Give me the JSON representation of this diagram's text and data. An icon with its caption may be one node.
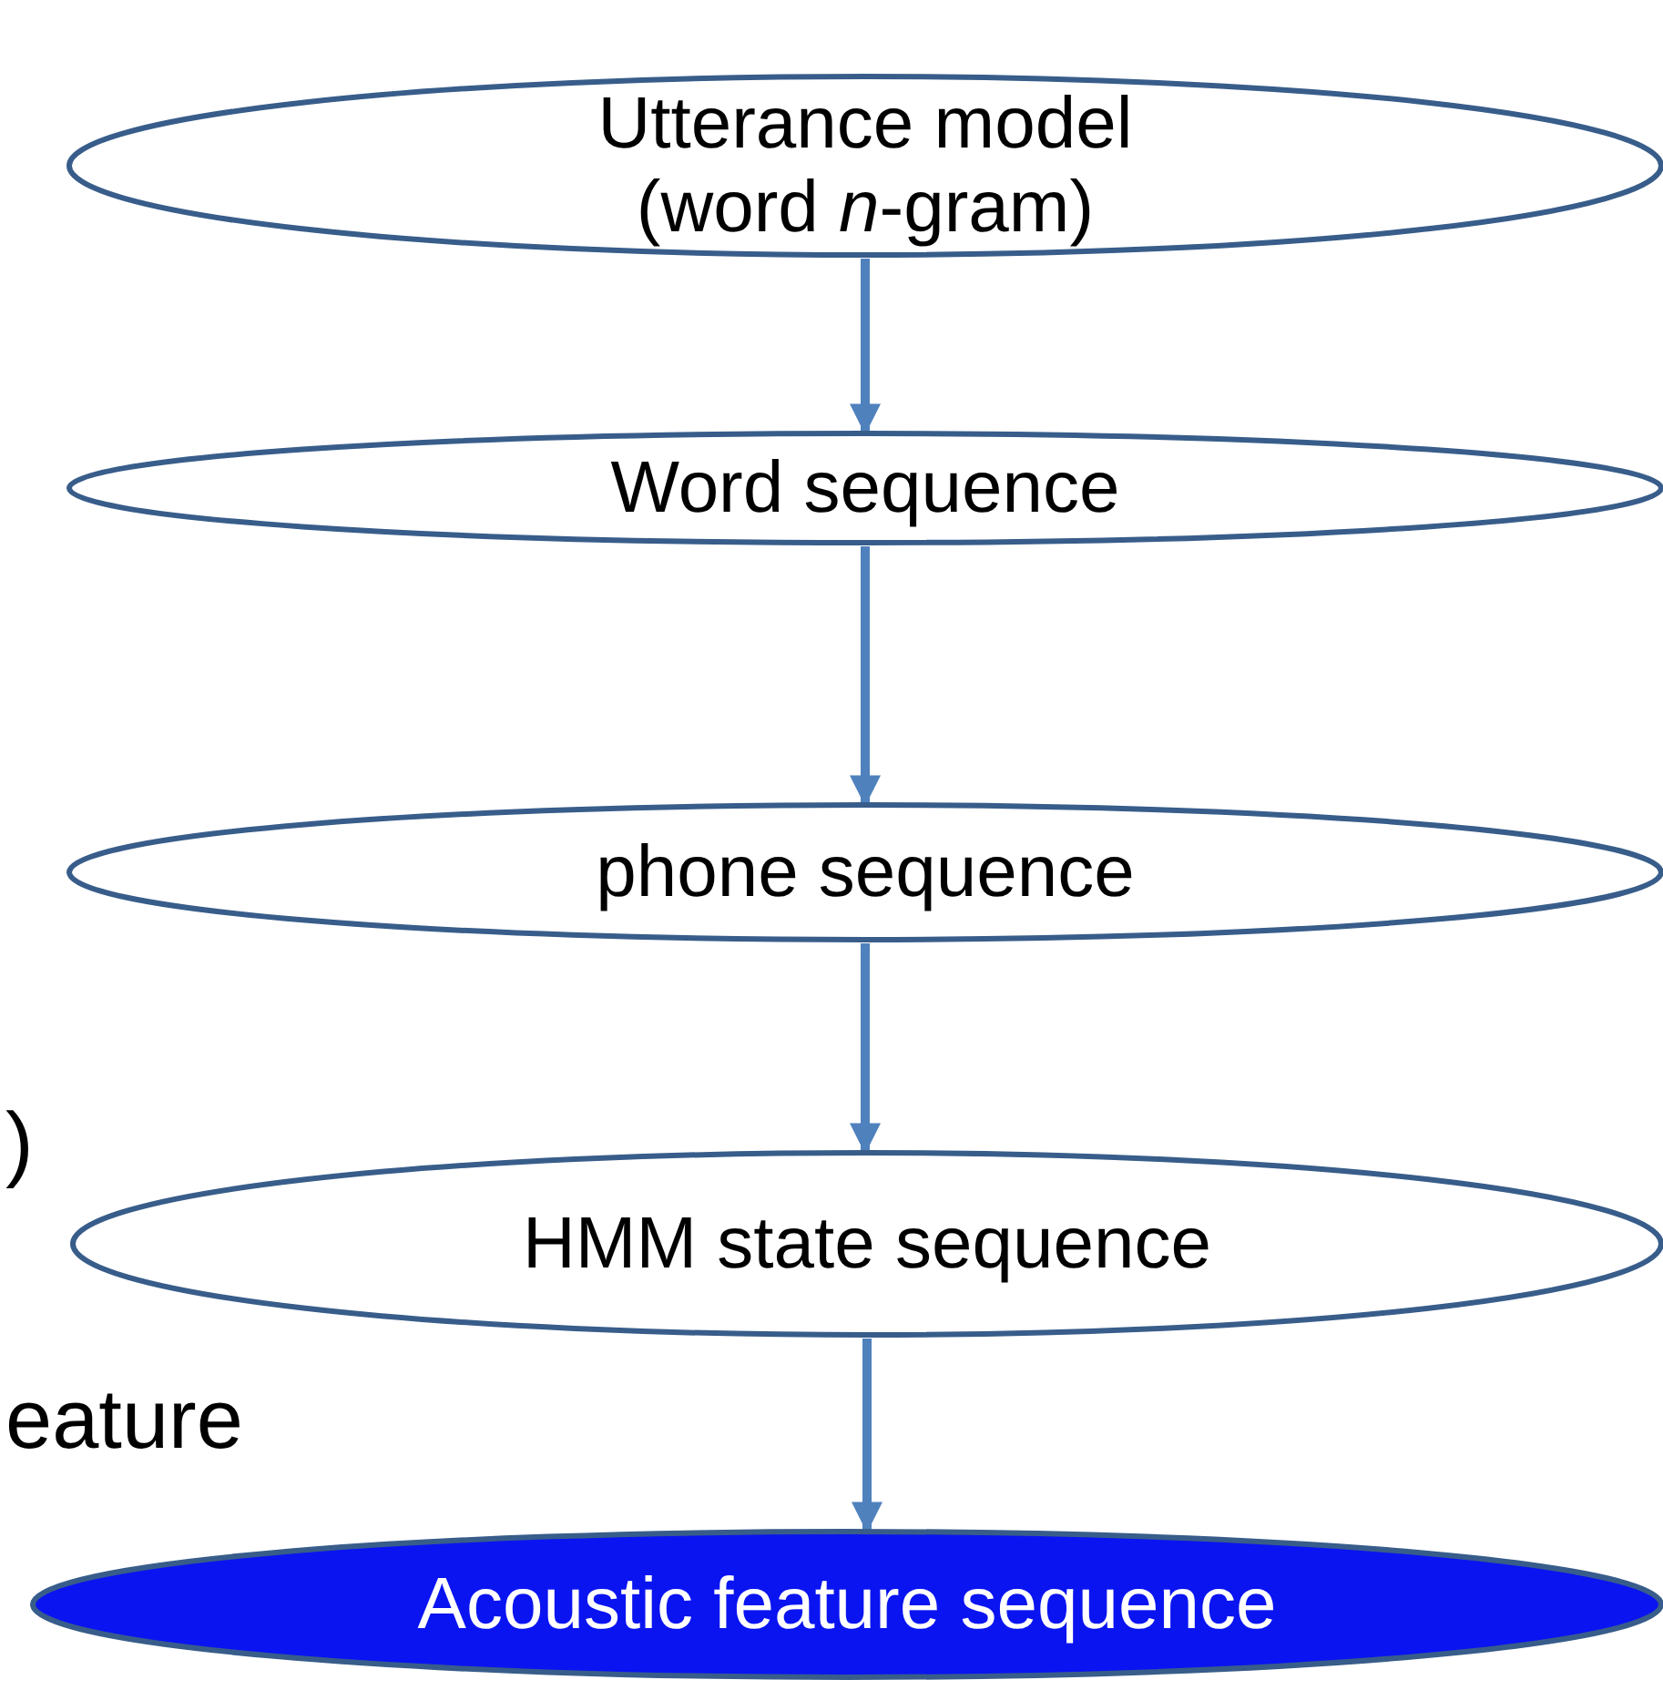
{
  "diagram": {
    "nodes": [
      {
        "text": [
          "Utterance model (word *n*-gram)"
        ]
      },
      {
        "text": [
          "Word sequence"
        ]
      },
      {
        "text": [
          "phone sequence"
        ]
      },
      {
        "text": [
          "HMM state sequence"
        ]
      },
      {
        "text": [
          "Acoustic feature sequence"
        ]
      }
    ],
    "edges": [
      {
        "from": 0,
        "to": 1,
        "arrow": "to"
      },
      {
        "from": 1,
        "to": 2,
        "arrow": "to"
      },
      {
        "from": 2,
        "to": 3,
        "arrow": "to"
      },
      {
        "from": 3,
        "to": 4,
        "arrow": "to"
      }
    ],
    "labels": [
      ")",
      "eature"
    ]
  }
}
